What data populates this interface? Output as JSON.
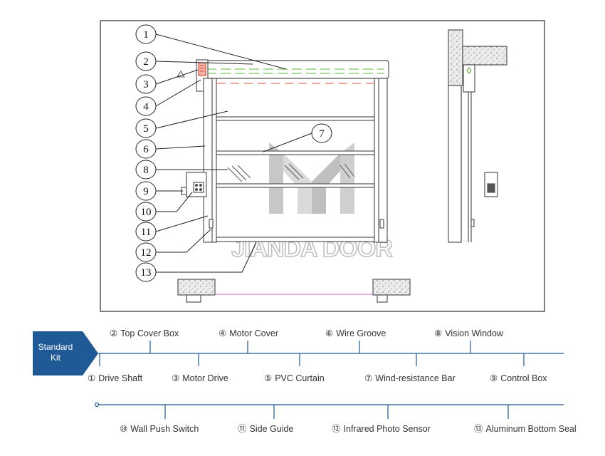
{
  "callouts": [
    "1",
    "2",
    "3",
    "4",
    "5",
    "6",
    "7",
    "8",
    "9",
    "10",
    "11",
    "12",
    "13"
  ],
  "watermark": {
    "word": "JIANDA DOOR"
  },
  "kit": {
    "line1": "Standard",
    "line2": "Kit"
  },
  "colors": {
    "badge": "#1f5a96",
    "line": "#1f5a96",
    "frame": "#555555",
    "cover_dash": "#8fd07a",
    "red_dash": "#e8715a",
    "pink": "#d86fcf"
  },
  "top_parts": [
    {
      "num": "②",
      "label": "Top Cover Box"
    },
    {
      "num": "④",
      "label": "Motor Cover"
    },
    {
      "num": "⑥",
      "label": "Wire Groove"
    },
    {
      "num": "⑧",
      "label": "Vision Window"
    }
  ],
  "bottom_parts": [
    {
      "num": "①",
      "label": "Drive Shaft"
    },
    {
      "num": "③",
      "label": "Motor Drive"
    },
    {
      "num": "⑤",
      "label": "PVC Curtain"
    },
    {
      "num": "⑦",
      "label": "Wind-resistance Bar"
    },
    {
      "num": "⑨",
      "label": "Control Box"
    }
  ],
  "row2_parts": [
    {
      "num": "⑩",
      "label": "Wall Push Switch"
    },
    {
      "num": "⑪",
      "label": "Side Guide"
    },
    {
      "num": "⑫",
      "label": "Infrared Photo Sensor"
    },
    {
      "num": "⑬",
      "label": "Aluminum Bottom Seal"
    }
  ]
}
